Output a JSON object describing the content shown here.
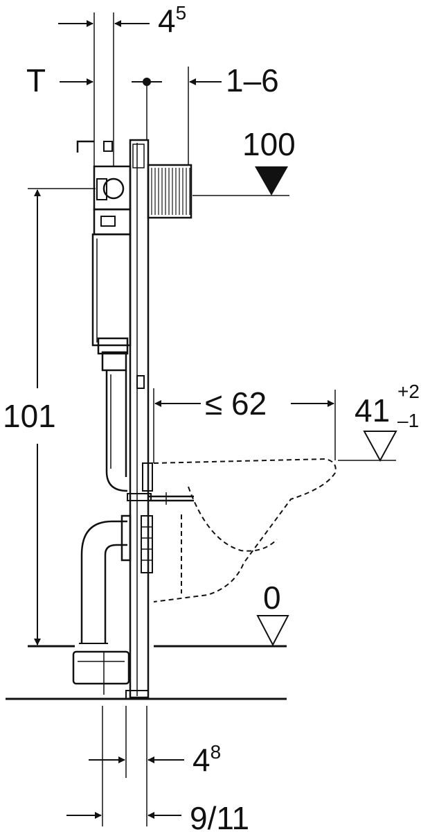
{
  "dimensions": {
    "top_width": {
      "base": "4",
      "sup": "5"
    },
    "depth": "T",
    "adjust": "1–6",
    "flush_height": "100",
    "total_height": "101",
    "projection": "≤ 62",
    "seat_height": {
      "base": "41",
      "plus": "+2",
      "minus": "–1"
    },
    "floor_level": "0",
    "bottom_width": {
      "base": "4",
      "sup": "8"
    },
    "bottom_span": "9/11"
  },
  "colors": {
    "line": "#111111",
    "background": "#ffffff"
  }
}
